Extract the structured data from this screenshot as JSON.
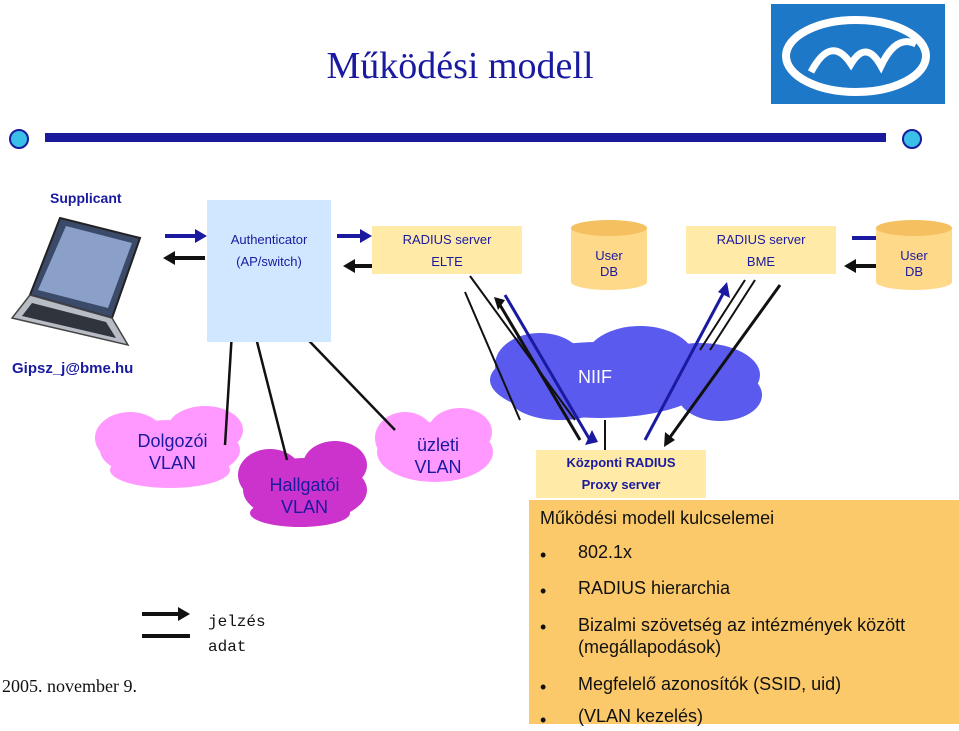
{
  "title": "Működési modell",
  "supplicant": "Supplicant",
  "authenticator": {
    "line1": "Authenticator",
    "line2": "(AP/switch)"
  },
  "radius_elte": {
    "line1": "RADIUS server",
    "line2": "ELTE"
  },
  "radius_bme": {
    "line1": "RADIUS server",
    "line2": "BME"
  },
  "userdb": {
    "line1": "User",
    "line2": "DB"
  },
  "user_id": "Gipsz_j@bme.hu",
  "niif": "NIIF",
  "vlans": {
    "dolgozoi": {
      "line1": "Dolgozói",
      "line2": "VLAN"
    },
    "hallgatoi": {
      "line1": "Hallgatói",
      "line2": "VLAN"
    },
    "uzleti": {
      "line1": "üzleti",
      "line2": "VLAN"
    }
  },
  "proxy": {
    "line1": "Központi RADIUS",
    "line2": "Proxy server"
  },
  "legend": {
    "signal": "jelzés",
    "data": "adat"
  },
  "date": "2005. november 9.",
  "panel": {
    "title": "Működési modell kulcselemei",
    "bullets": [
      "802.1x",
      "RADIUS hierarchia",
      "Bizalmi szövetség az intézmények között (megállapodások)",
      "Megfelelő azonosítók (SSID, uid)",
      "(VLAN kezelés)"
    ]
  },
  "colors": {
    "title": "#1a1aa0",
    "bar": "#1a1a9c",
    "panel": "#fbc96a",
    "cloud_purple": "#cc33cc",
    "cloud_blue": "#4444ee"
  }
}
